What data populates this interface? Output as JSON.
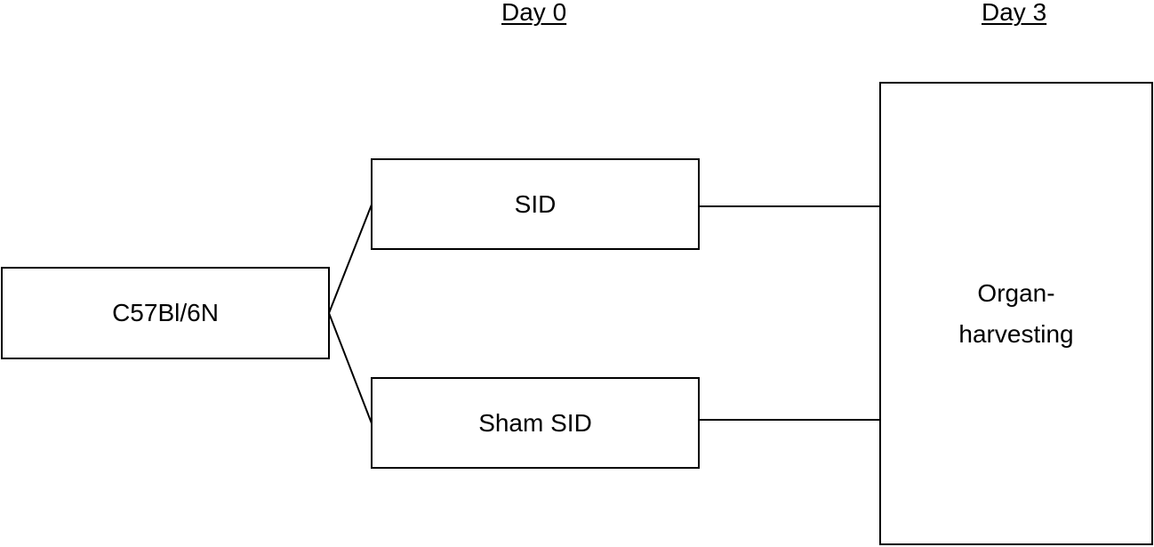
{
  "timeline": {
    "day0": "Day 0",
    "day3": "Day 3"
  },
  "nodes": {
    "strain": "C57Bl/6N",
    "sid": "SID",
    "sham_sid": "Sham SID",
    "harvest_line1": "Organ-",
    "harvest_line2": "harvesting"
  },
  "colors": {
    "stroke": "#000000",
    "fill": "#ffffff",
    "text": "#000000"
  }
}
